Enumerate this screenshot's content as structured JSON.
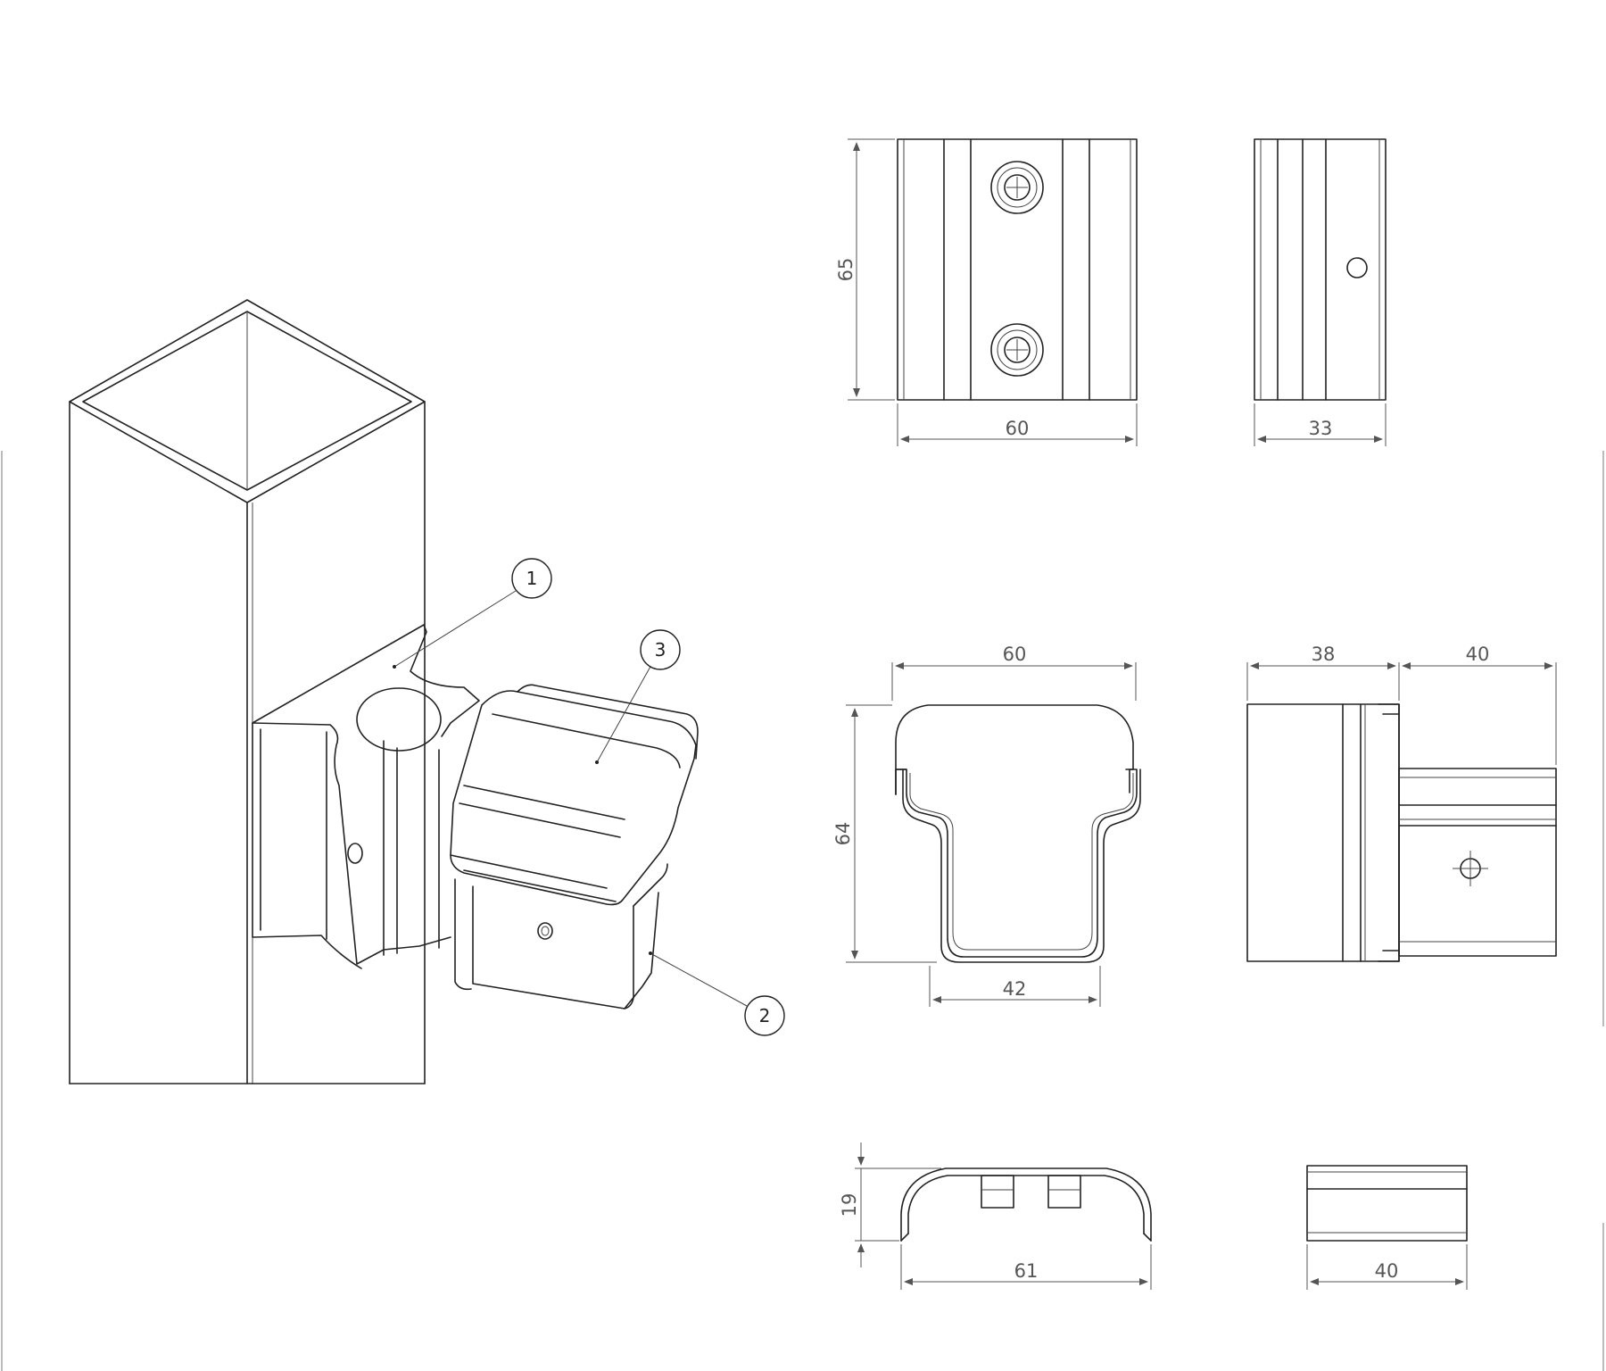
{
  "drawing": {
    "callouts": [
      "1",
      "2",
      "3"
    ],
    "dimensions": {
      "front_width": "60",
      "front_height": "65",
      "side_width": "33",
      "plan_top_width": "60",
      "plan_height": "64",
      "plan_bottom_width": "42",
      "side2_width_a": "38",
      "side2_width_b": "40",
      "cap_height": "19",
      "cap_width": "61",
      "cap_side_width": "40"
    }
  }
}
